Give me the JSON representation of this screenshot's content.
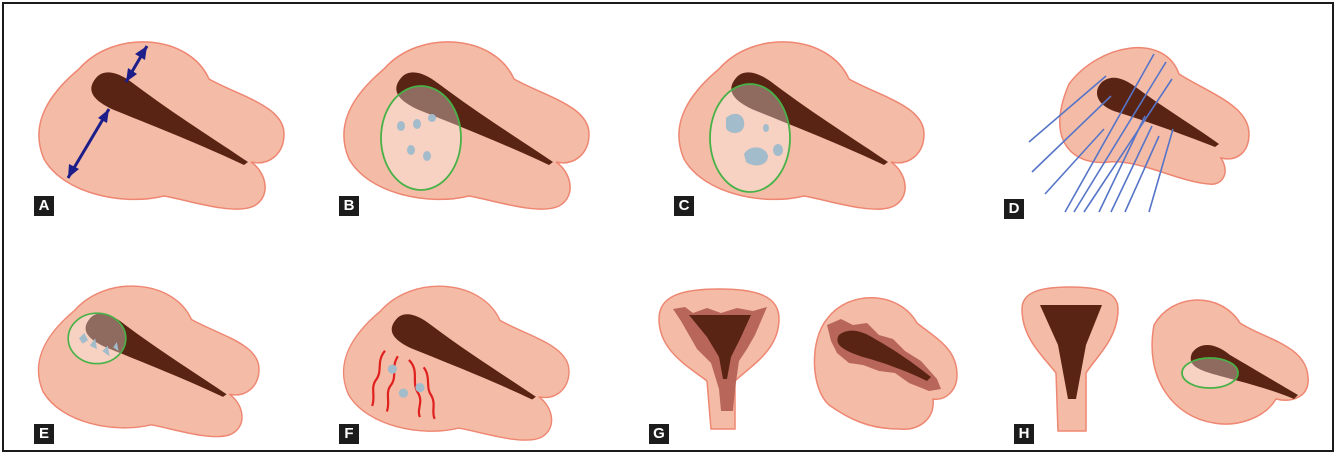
{
  "figure": {
    "panels": [
      {
        "label": "A",
        "type": "myometrial-wall-thickness"
      },
      {
        "label": "B",
        "type": "cystic-spaces-in-lesion"
      },
      {
        "label": "C",
        "type": "larger-cysts-in-lesion"
      },
      {
        "label": "D",
        "type": "fan-shaped-shadowing"
      },
      {
        "label": "E",
        "type": "subendometrial-echogenic-buds"
      },
      {
        "label": "F",
        "type": "translesional-vascularity"
      },
      {
        "label": "G",
        "type": "irregular-junctional-zone"
      },
      {
        "label": "H",
        "type": "interrupted-junctional-zone"
      }
    ],
    "colors": {
      "uterus_fill": "#f4bca6",
      "uterus_outline": "#ee8672",
      "cavity": "#5a2414",
      "junctional_zone": "#b8665a",
      "lesion_outline": "#47b247",
      "cyst": "#a3bccb",
      "arrow": "#1d1e8a",
      "shadow_lines": "#5675c8",
      "vessels": "#e0201f",
      "label_bg": "#1c1c1c",
      "label_text": "#ffffff"
    }
  }
}
